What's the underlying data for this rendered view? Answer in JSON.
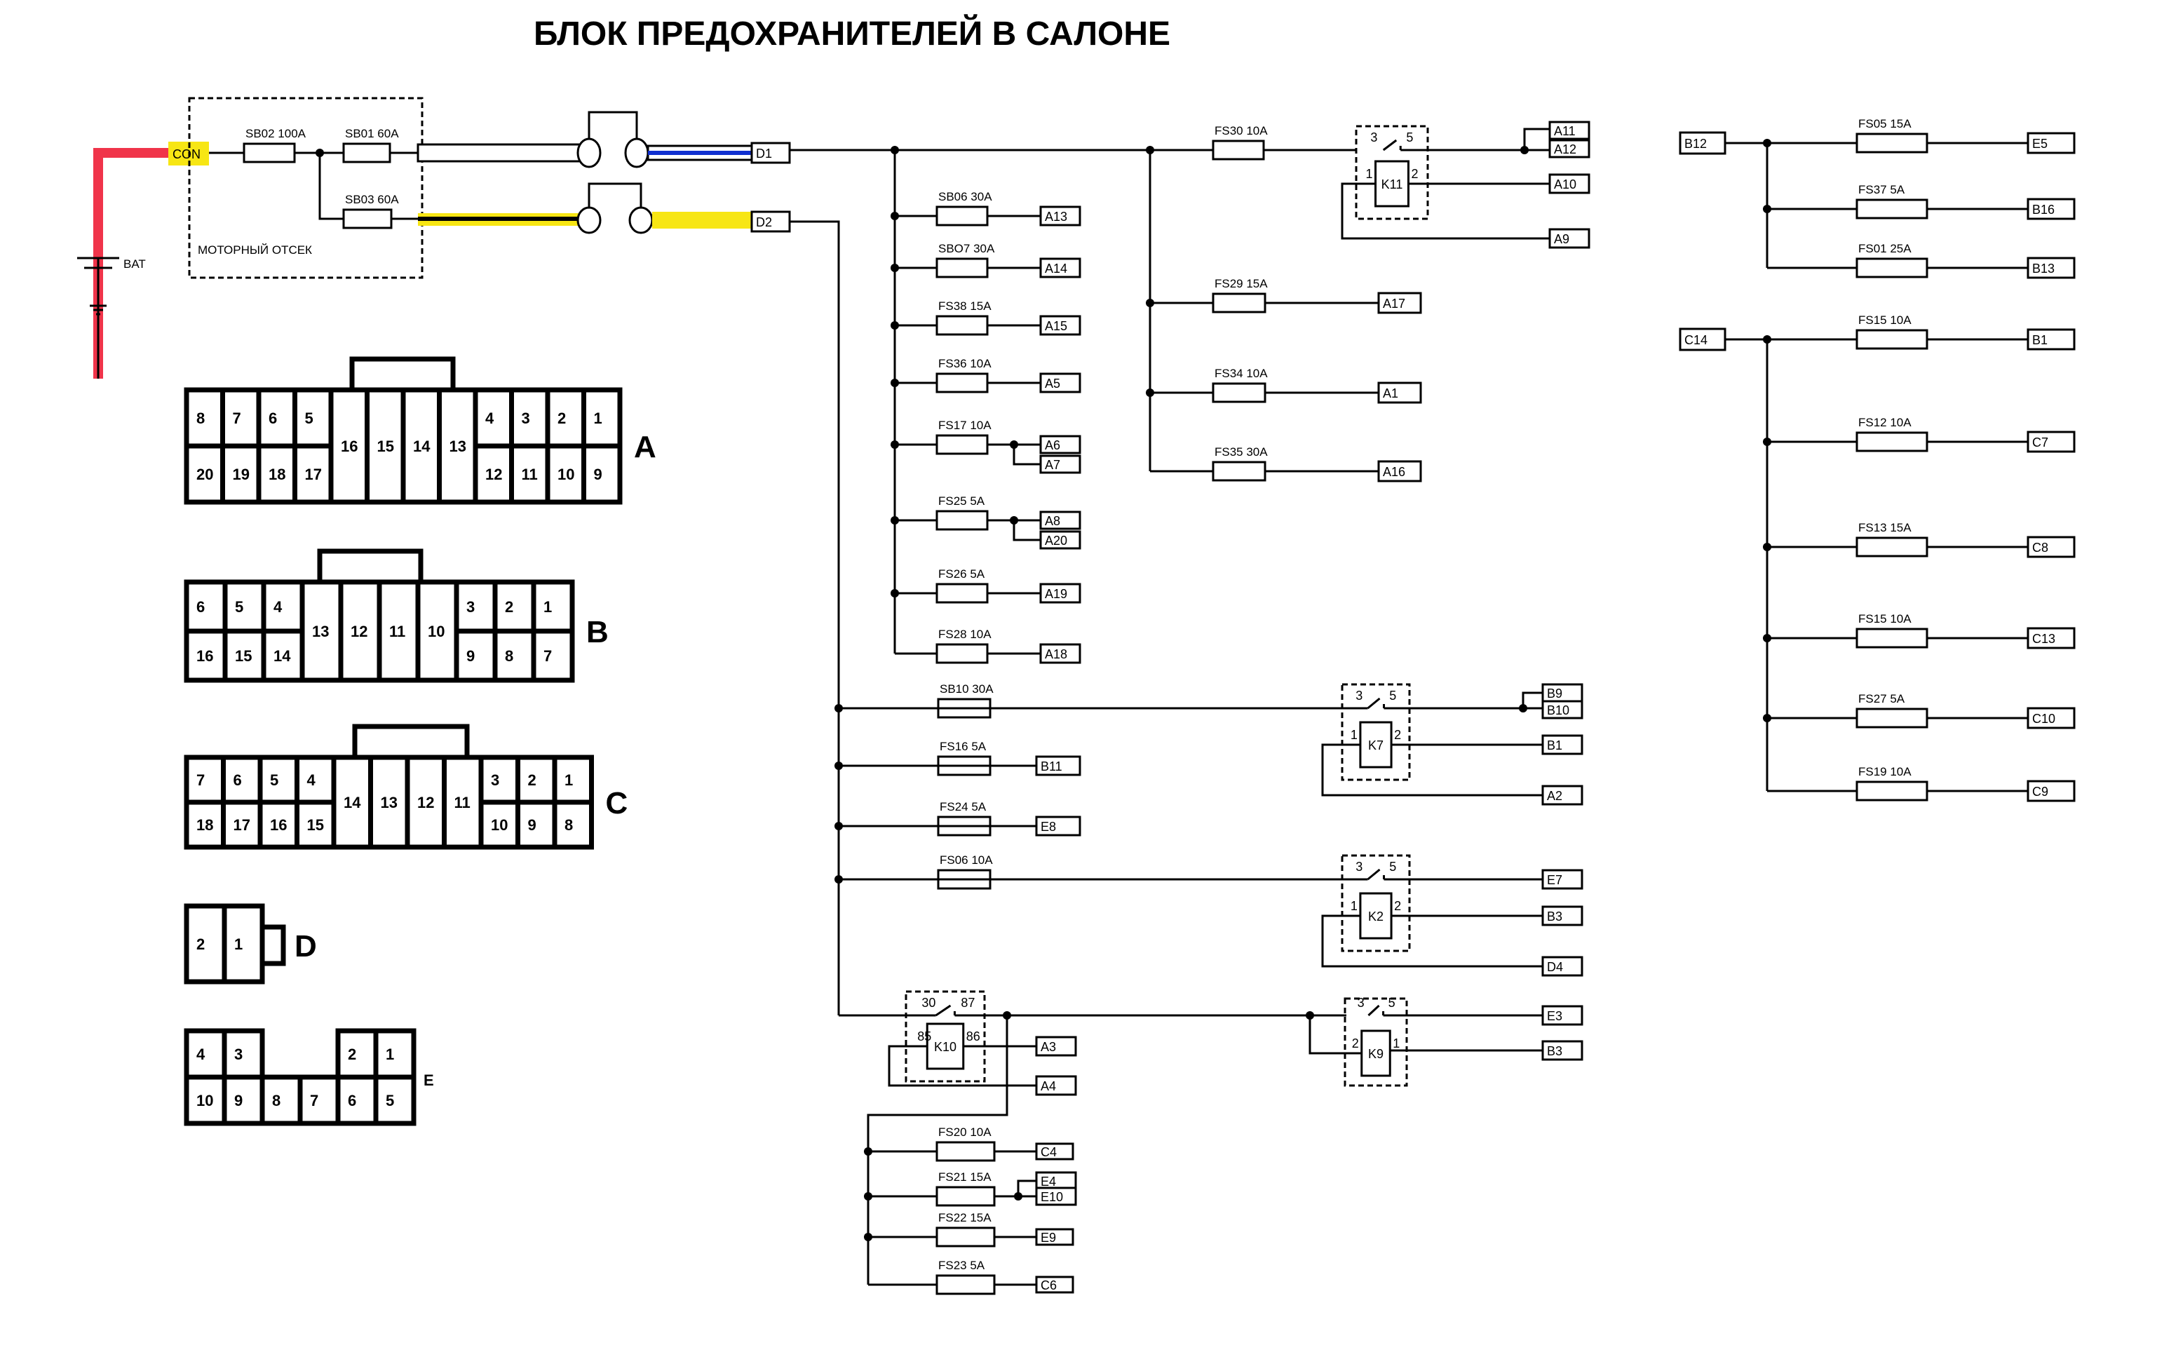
{
  "title": "БЛОК ПРЕДОХРАНИТЕЛЕЙ В САЛОНЕ",
  "colors": {
    "battery_wire": "#f0344a",
    "con_highlight": "#f7e614",
    "d1_wire": "#1030d0",
    "d2_wire": "#f7e614",
    "line": "#000000"
  },
  "engine_bay": {
    "label": "МОТОРНЫЙ ОТСЕК",
    "battery_label": "BAT",
    "con_label": "CON",
    "fuses": [
      {
        "id": "SB02",
        "label": "SB02 100A"
      },
      {
        "id": "SB01",
        "label": "SB01 60A"
      },
      {
        "id": "SB03",
        "label": "SB03 60A"
      }
    ],
    "outputs": [
      "D1",
      "D2"
    ]
  },
  "d1_left_bus": [
    {
      "fuse": "SB06 30A",
      "terminals": [
        "A13"
      ]
    },
    {
      "fuse": "SBO7 30A",
      "terminals": [
        "A14"
      ]
    },
    {
      "fuse": "FS38 15A",
      "terminals": [
        "A15"
      ]
    },
    {
      "fuse": "FS36 10A",
      "terminals": [
        "A5"
      ]
    },
    {
      "fuse": "FS17 10A",
      "terminals": [
        "A6",
        "A7"
      ]
    },
    {
      "fuse": "FS25 5A",
      "terminals": [
        "A8",
        "A20"
      ]
    },
    {
      "fuse": "FS26 5A",
      "terminals": [
        "A19"
      ]
    },
    {
      "fuse": "FS28 10A",
      "terminals": [
        "A18"
      ]
    }
  ],
  "d1_right_bus": [
    {
      "fuse": "FS30 10A",
      "relay": "K11",
      "contacts": [
        "3",
        "5"
      ],
      "coil_pins": [
        "1",
        "2"
      ],
      "switch_terminals": [
        "A11",
        "A12"
      ],
      "coil_terminal": "A10",
      "return_terminal": "A9"
    },
    {
      "fuse": "FS29 15A",
      "terminals": [
        "A17"
      ]
    },
    {
      "fuse": "FS34  10A",
      "terminals": [
        "A1"
      ]
    },
    {
      "fuse": "FS35 30A",
      "terminals": [
        "A16"
      ]
    }
  ],
  "d2_bus": [
    {
      "fuse": "SB10 30A",
      "relay": "K7",
      "contacts": [
        "3",
        "5"
      ],
      "coil_pins": [
        "1",
        "2"
      ],
      "switch_terminals": [
        "B9",
        "B10"
      ],
      "coil_terminal": "B1",
      "return_terminal": "A2"
    },
    {
      "fuse": "FS16 5A",
      "terminals": [
        "B11"
      ]
    },
    {
      "fuse": "FS24 5A",
      "terminals": [
        "E8"
      ]
    },
    {
      "fuse": "FS06 10A",
      "relay": "K2",
      "contacts": [
        "3",
        "5"
      ],
      "coil_pins": [
        "1",
        "2"
      ],
      "switch_terminals": [
        "E7"
      ],
      "coil_terminal": "B3",
      "return_terminal": "D4"
    }
  ],
  "k10_group": {
    "relay": "K10",
    "contacts": [
      "30",
      "87"
    ],
    "coil_pins": [
      "85",
      "86"
    ],
    "coil_terminal": "A3",
    "return_terminal": "A4",
    "k9": {
      "relay": "K9",
      "contacts": [
        "3",
        "5"
      ],
      "coil_pins": [
        "2",
        "1"
      ],
      "switch_terminal": "E3",
      "coil_terminal": "B3"
    },
    "fuses": [
      {
        "fuse": "FS20 10A",
        "terminals": [
          "C4"
        ]
      },
      {
        "fuse": "FS21 15A",
        "terminals": [
          "E4",
          "E10"
        ]
      },
      {
        "fuse": "FS22 15A",
        "terminals": [
          "E9"
        ]
      },
      {
        "fuse": "FS23 5A",
        "terminals": [
          "C6"
        ]
      }
    ]
  },
  "b12_group": {
    "input": "B12",
    "fuses": [
      {
        "fuse": "FS05 15A",
        "terminal": "E5"
      },
      {
        "fuse": "FS37 5A",
        "terminal": "B16"
      },
      {
        "fuse": "FS01 25A",
        "terminal": "B13"
      }
    ]
  },
  "c14_group": {
    "input": "C14",
    "fuses": [
      {
        "fuse": "FS15 10A",
        "terminal": "B1"
      },
      {
        "fuse": "FS12 10A",
        "terminal": "C7"
      },
      {
        "fuse": "FS13 15A",
        "terminal": "C8"
      },
      {
        "fuse": "FS15 10A",
        "terminal": "C13"
      },
      {
        "fuse": "FS27 5A",
        "terminal": "C10"
      },
      {
        "fuse": "FS19 10A",
        "terminal": "C9"
      }
    ]
  },
  "connectors": {
    "A": {
      "name": "A",
      "top_left": [
        "8",
        "7",
        "6",
        "5"
      ],
      "bottom_left": [
        "20",
        "19",
        "18",
        "17"
      ],
      "middle": [
        "16",
        "15",
        "14",
        "13"
      ],
      "top_right": [
        "4",
        "3",
        "2",
        "1"
      ],
      "bottom_right": [
        "12",
        "11",
        "10",
        "9"
      ]
    },
    "B": {
      "name": "B",
      "top_left": [
        "6",
        "5",
        "4"
      ],
      "bottom_left": [
        "16",
        "15",
        "14"
      ],
      "middle": [
        "13",
        "12",
        "11",
        "10"
      ],
      "top_right": [
        "3",
        "2",
        "1"
      ],
      "bottom_right": [
        "9",
        "8",
        "7"
      ]
    },
    "C": {
      "name": "C",
      "top_left": [
        "7",
        "6",
        "5",
        "4"
      ],
      "bottom_left": [
        "18",
        "17",
        "16",
        "15"
      ],
      "middle": [
        "14",
        "13",
        "12",
        "11"
      ],
      "top_right": [
        "3",
        "2",
        "1"
      ],
      "bottom_right": [
        "10",
        "9",
        "8"
      ]
    },
    "D": {
      "name": "D",
      "pins": [
        "2",
        "1"
      ]
    },
    "E": {
      "name": "E",
      "top_left": [
        "4",
        "3"
      ],
      "top_right": [
        "2",
        "1"
      ],
      "bottom": [
        "10",
        "9",
        "8",
        "7",
        "6",
        "5"
      ]
    }
  }
}
